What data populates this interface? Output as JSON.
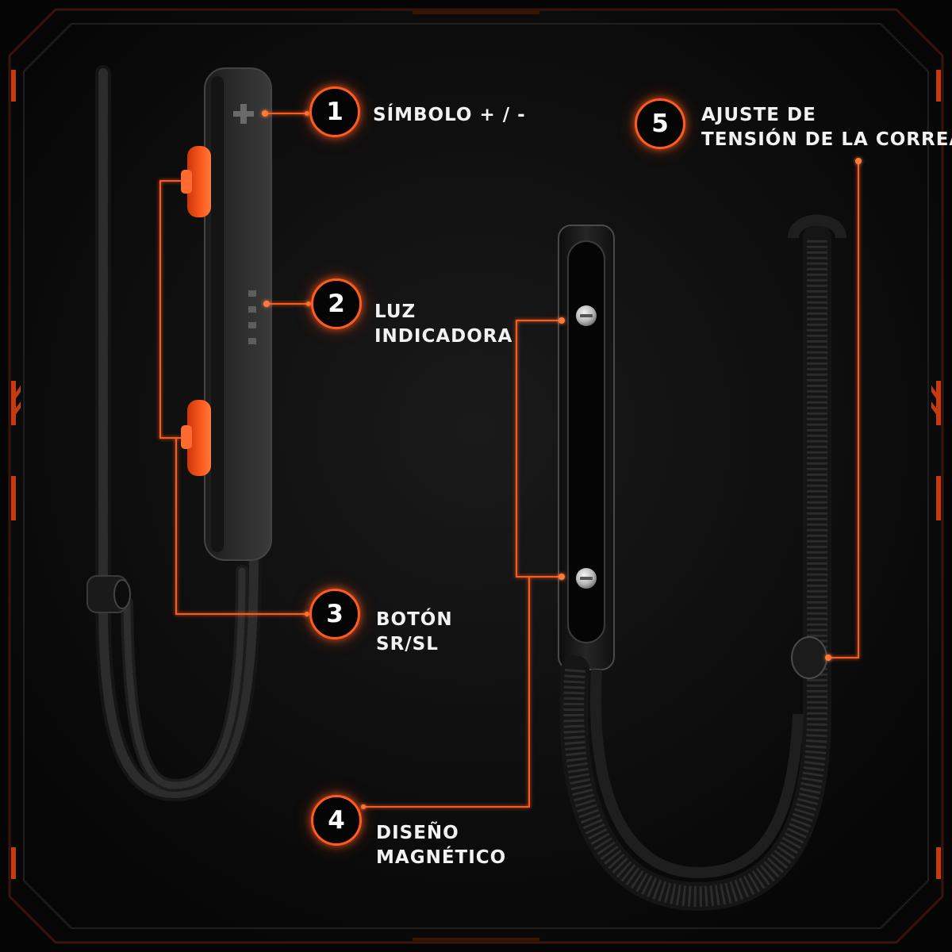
{
  "theme": {
    "accent": "#ff5a1f",
    "frame": "#2a0d06",
    "background": "#050505",
    "button_orange": "#ff4d12"
  },
  "callouts": [
    {
      "number": "1",
      "lines": [
        "SÍMBOLO + / -"
      ]
    },
    {
      "number": "2",
      "lines": [
        "LUZ",
        "INDICADORA"
      ]
    },
    {
      "number": "3",
      "lines": [
        "BOTÓN",
        "SR/SL"
      ]
    },
    {
      "number": "4",
      "lines": [
        "DISEÑO",
        "MAGNÉTICO"
      ]
    },
    {
      "number": "5",
      "lines": [
        "AJUSTE DE",
        "TENSIÓN DE LA CORREA"
      ]
    }
  ],
  "icons": {
    "plus": "plus-icon",
    "indicator": "indicator-light-icon",
    "magnet": "magnet-screw-icon"
  }
}
